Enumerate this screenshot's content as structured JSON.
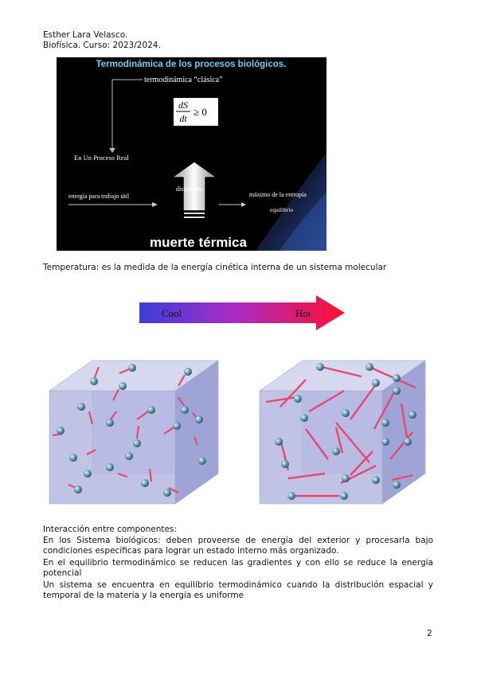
{
  "header": {
    "author": "Esther Lara Velasco.",
    "course": "Biofísica. Curso: 2023/2024."
  },
  "slide": {
    "title": "Termodinámica de los procesos biológicos.",
    "classic_label": "termodinámica “clásica”",
    "formula_num": "dS",
    "formula_den": "dt",
    "formula_rel": "≥ 0",
    "real_process": "En Un Proceso Real",
    "useful_work": "energía para trabajo útil",
    "dissipation": "disipación",
    "max_entropy": "máximo de la entropía",
    "equilibrium": "equilibrio",
    "heat_death": "muerte térmica",
    "colors": {
      "title": "#6fd0f0",
      "bg": "#000000"
    }
  },
  "caption": "Temperatura: es la medida de la energía cinética interna de un sistema molecular",
  "temperature_bar": {
    "cool_label": "Cool",
    "hot_label": "Hot",
    "colors": {
      "cool": "#3a3fd6",
      "mid": "#a62cc8",
      "hot": "#ff1030"
    }
  },
  "body_text": {
    "line1": "Interacción entre componentes:",
    "para1": "En los Sistema biológicos: deben proveerse de energía del exterior y procesarla bajo condiciones específicas para lograr un estado interno más organizado.",
    "para2": "En el equilibrio termodinámico se reducen las gradientes y con ello se reduce la energía potencial",
    "para3": "Un sistema se encuentra en equilibrio termodinámico cuando la distribución espacial y temporal de la materia y la energía es uniforme"
  },
  "page_number": "2"
}
